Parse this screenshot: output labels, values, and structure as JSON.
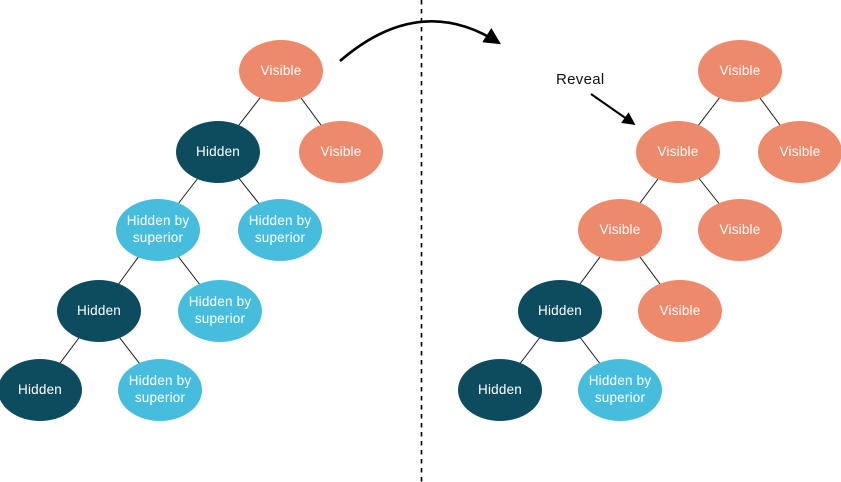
{
  "annotation": {
    "reveal_label": "Reveal"
  },
  "colors": {
    "visible_node": "#EE8A6C",
    "hidden_node": "#0D4C5F",
    "hidden_by_superior_node": "#47BDDE",
    "node_text": "#FFFFFF",
    "line": "#000000",
    "background": "#FFFFFF"
  },
  "left_tree": {
    "nodes": [
      {
        "label": "Visible",
        "state": "visible"
      },
      {
        "label": "Hidden",
        "state": "hidden"
      },
      {
        "label": "Visible",
        "state": "visible"
      },
      {
        "label": "Hidden by superior",
        "state": "hidden-by-superior"
      },
      {
        "label": "Hidden by superior",
        "state": "hidden-by-superior"
      },
      {
        "label": "Hidden",
        "state": "hidden"
      },
      {
        "label": "Hidden by superior",
        "state": "hidden-by-superior"
      },
      {
        "label": "Hidden",
        "state": "hidden"
      },
      {
        "label": "Hidden by superior",
        "state": "hidden-by-superior"
      }
    ]
  },
  "right_tree": {
    "nodes": [
      {
        "label": "Visible",
        "state": "visible"
      },
      {
        "label": "Visible",
        "state": "visible"
      },
      {
        "label": "Visible",
        "state": "visible"
      },
      {
        "label": "Visible",
        "state": "visible"
      },
      {
        "label": "Visible",
        "state": "visible"
      },
      {
        "label": "Hidden",
        "state": "hidden"
      },
      {
        "label": "Visible",
        "state": "visible"
      },
      {
        "label": "Hidden",
        "state": "hidden"
      },
      {
        "label": "Hidden by superior",
        "state": "hidden-by-superior"
      }
    ]
  }
}
